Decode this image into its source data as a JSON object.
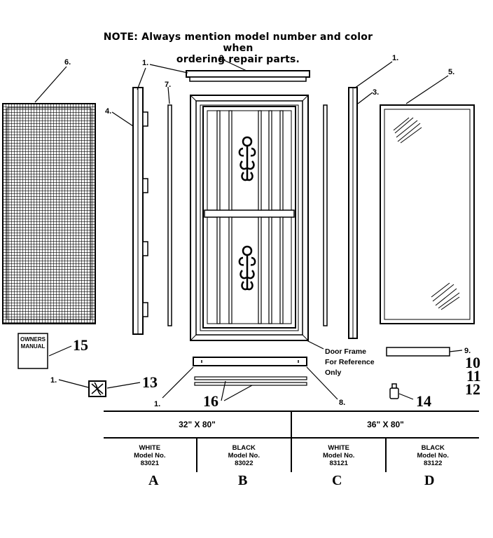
{
  "note": {
    "line1": "NOTE: Always mention model number and color when",
    "line2": "ordering repair parts."
  },
  "callouts": {
    "c1a": "1.",
    "c2": "2.",
    "c1b": "1.",
    "c3": "3.",
    "c4": "4.",
    "c5": "5.",
    "c6": "6.",
    "c7": "7.",
    "c1c": "1.",
    "c8": "8.",
    "c9": "9.",
    "c1d": "1.",
    "c10": "10",
    "c11": "11",
    "c12": "12",
    "c13": "13",
    "c14": "14",
    "c15": "15",
    "c16": "16"
  },
  "manual": {
    "line1": "OWNERS",
    "line2": "MANUAL"
  },
  "door_frame_label": {
    "line1": "Door Frame",
    "line2": "For Reference",
    "line3": "Only"
  },
  "table": {
    "sizes": [
      "32\" X 80\"",
      "36\" X 80\""
    ],
    "models": [
      {
        "color": "WHITE",
        "label": "Model No.",
        "number": "83021"
      },
      {
        "color": "BLACK",
        "label": "Model No.",
        "number": "83022"
      },
      {
        "color": "WHITE",
        "label": "Model No.",
        "number": "83121"
      },
      {
        "color": "BLACK",
        "label": "Model No.",
        "number": "83122"
      }
    ],
    "letters": [
      "A",
      "B",
      "C",
      "D"
    ]
  }
}
